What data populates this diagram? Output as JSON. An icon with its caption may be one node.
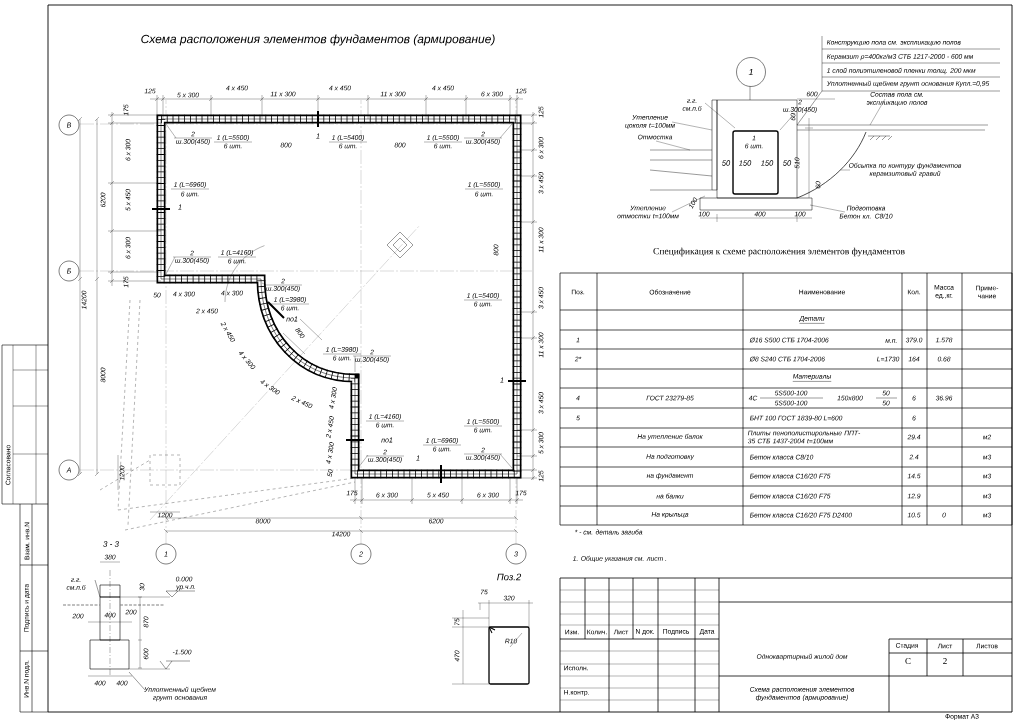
{
  "diagram": {
    "title": "Схема расположения элементов фундаментов (армирование)",
    "nodes": [
      {
        "text": [
          "В"
        ]
      },
      {
        "text": [
          "Б"
        ]
      },
      {
        "text": [
          "А"
        ]
      },
      {
        "text": [
          "1"
        ]
      },
      {
        "text": [
          "2"
        ]
      },
      {
        "text": [
          "3"
        ]
      },
      {
        "text": [
          "1"
        ]
      }
    ],
    "labels": [
      "125",
      "5 x 300",
      "4 x 450",
      "11 x 300",
      "4 x 450",
      "11 x 300",
      "4 x 450",
      "6 x 300",
      "125",
      "175",
      "6 x 300",
      "5 x 450",
      "6 x 300",
      "175",
      "6200",
      "14200",
      "8000",
      "125",
      "6 x 300",
      "3 x 450",
      "11 x 300",
      "3 x 450",
      "11 x 300",
      "3 x 450",
      "5 x 300",
      "125",
      "175",
      "6 x 300",
      "5 x 450",
      "6 x 300",
      "175",
      "1200",
      "1200",
      "8000",
      "6200",
      "14200",
      "50",
      "4 x 300",
      "4 x 300",
      "2 x 450",
      "2 x 450",
      "4 x 300",
      "4 x 300",
      "2 x 450",
      "800",
      "4 x 300",
      "2 x 450",
      "4 x 300",
      "50",
      "по1",
      "по1",
      "800",
      "800",
      "800",
      "1",
      "1",
      "1",
      "1",
      "2",
      "ш.300(450)",
      "1 (L=5500)",
      "6 шт.",
      "1 (L=5400)",
      "6 шт.",
      "1 (L=5500)",
      "6 шт.",
      "2",
      "ш.300(450)",
      "1 (L=6960)",
      "6 шт.",
      "1 (L=5500)",
      "6 шт.",
      "2",
      "ш.300(450)",
      "1 (L=4160)",
      "6 шт.",
      "2",
      "ш.300(450)",
      "1 (L=3980)",
      "6 шт.",
      "1 (L=5400)",
      "6 шт.",
      "1 (L=3980)",
      "6 шт.",
      "2",
      "ш.300(450)",
      "1 (L=4160)",
      "6 шт.",
      "2",
      "ш.300(450)",
      "1 (L=6960)",
      "6 шт.",
      "1 (L=5500)",
      "6 шт.",
      "2",
      "ш.300(450)",
      "Конструкцию пола см. экспликацию полов",
      "Керамзит ρ=400кг/м3 СТБ 1217-2000 - 600 мм",
      "1 слой полиэтиленовой пленки толщ. 200 мкм",
      "Уплотненный щебнем грунт основания Купл.=0,95",
      "600",
      "Состав пола см. экспликацию полов",
      "г.г. см.п.б",
      "2",
      "ш.300(450)",
      "Утепление цоколя t=100мм",
      "Отмостка",
      "60",
      "1",
      "6 шт.",
      "50",
      "150",
      "150",
      "50",
      "510",
      "Обсыпка по контуру фундаментов керамзитовый гравий",
      "60",
      "100",
      "100",
      "400",
      "100",
      "Утепление отмостки t=100мм",
      "Подготовка Бетон кл. С8/10",
      "Спецификация к схеме расположения элементов фундаментов",
      "Поз.",
      "Обозначение",
      "Наименование",
      "Кол.",
      "Масса ед.,кг.",
      "Приме- чание",
      "Детали",
      "1",
      "Ø16 S500 СТБ 1704-2006",
      "м.п.",
      "379.0",
      "1.578",
      "2*",
      "Ø8 S240 СТБ 1704-2006",
      "L=1730",
      "164",
      "0.68",
      "Материалы",
      "4",
      "ГОСТ 23279-85",
      "4С",
      "5S500-100",
      "5S500-100",
      "150x800",
      "50",
      "50",
      "6",
      "36.96",
      "5",
      "БНТ 100 ГОСТ 1839-80 L=600",
      "6",
      "На утепление балок",
      "Плиты пенополистирольные ППТ-35 СТБ 1437-2004 t=100мм",
      "29.4",
      "м2",
      "На подготовку",
      "Бетон класса С8/10",
      "2.4",
      "м3",
      "на фундамент",
      "Бетон класса С16/20 F75",
      "14.5",
      "м3",
      "на балки",
      "Бетон класса С16/20 F75",
      "12.9",
      "м3",
      "На крыльца",
      "Бетон класса С16/20 F75 D2400",
      "10.5",
      "0",
      "м3",
      "* - см. деталь загиба",
      "1. Общие указания см. лист .",
      "3 - 3",
      "380",
      "г.г. см.п.б",
      "0.000",
      "ур.ч.п.",
      "30",
      "200",
      "400",
      "200",
      "870",
      "600",
      "-1.500",
      "400",
      "400",
      "Уплотненный щебнем грунт основания",
      "Поз.2",
      "75",
      "320",
      "75",
      "470",
      "R10",
      "Изм.",
      "Колич.",
      "Лист",
      "N док.",
      "Подпись",
      "Дата",
      "Исполн.",
      "Н.контр.",
      "Одноквартирный жилой дом",
      "Схема расположения элементов фундаментов (армирование)",
      "Стадия",
      "Лист",
      "Листов",
      "С",
      "2",
      "Формат А3",
      "Согласовано",
      "Взам. инв.N",
      "Подпись и дата",
      "Инв.N подл."
    ]
  }
}
